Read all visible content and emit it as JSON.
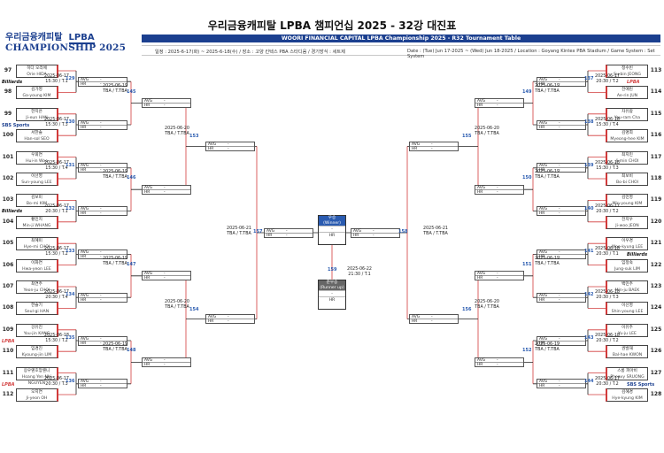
{
  "header": {
    "logo_text": "우리금융캐피탈",
    "logo_mark": "LPBA",
    "champ": "CHAMPIONSHIP 2025",
    "title": "우리금융캐피탈 LPBA 챔피언십 2025 - 32강 대진표",
    "subtitle": "WOORI FINANCIAL CAPITAL LPBA Championship 2025 - R32 Tournament Table",
    "info_kr": "일정 : 2025-6-17(화) ~ 2025-6-18(수) / 장소 : 고양 킨텍스 PBA 스타디움 / 경기방식 : 세트제",
    "info_en": "Date : (Tue) Jun 17-2025 ~ (Wed) Jun 18-2025 / Location : Goyang Kintex PBA Stadium / Game System : Set System"
  },
  "labels": {
    "avg": "AVG",
    "hr": "HR",
    "dash": "-",
    "winner_kr": "우승",
    "winner_en": "(Winner)",
    "runner_kr": "준우승",
    "runner_en": "(Runner up)"
  },
  "left_players": [
    {
      "num": "97",
      "kr": "히다 오리에",
      "en": "Orie HIDA"
    },
    {
      "num": "98",
      "kr": "김가영",
      "en": "Ga-young KIM"
    },
    {
      "num": "99",
      "kr": "한지은",
      "en": "Ji-eun HAN"
    },
    {
      "num": "100",
      "kr": "서한솔",
      "en": "Han-sol SEO"
    },
    {
      "num": "101",
      "kr": "우휘연",
      "en": "Hui-in Woo"
    },
    {
      "num": "102",
      "kr": "이선영",
      "en": "Sun-young LEE"
    },
    {
      "num": "103",
      "kr": "김보미",
      "en": "Bo-mi KIM"
    },
    {
      "num": "104",
      "kr": "황민지",
      "en": "Min-ji WHANG"
    },
    {
      "num": "105",
      "kr": "최혜미",
      "en": "Hye-mi CHOI"
    },
    {
      "num": "106",
      "kr": "이화연",
      "en": "Hwa-yeon LEE"
    },
    {
      "num": "107",
      "kr": "최연주",
      "en": "Yeon-ju CHOI"
    },
    {
      "num": "108",
      "kr": "한슬기",
      "en": "Seul-gi HAN"
    },
    {
      "num": "109",
      "kr": "강유진",
      "en": "You-jin KANG"
    },
    {
      "num": "110",
      "kr": "임경진",
      "en": "Kyoung-jin LIM"
    },
    {
      "num": "111",
      "kr": "응우옌호앙옌니",
      "en": "Hoang Yen Nhi NGUYEN"
    },
    {
      "num": "112",
      "kr": "오지연",
      "en": "Ji-yeon OH"
    }
  ],
  "right_players": [
    {
      "num": "113",
      "kr": "정수빈",
      "en": "Su-bin JEONG"
    },
    {
      "num": "114",
      "kr": "전애린",
      "en": "Ae-rin JUN"
    },
    {
      "num": "115",
      "kr": "차유람",
      "en": "You-ram Cha"
    },
    {
      "num": "116",
      "kr": "김명희",
      "en": "Myeong-hee KIM"
    },
    {
      "num": "117",
      "kr": "최지민",
      "en": "Ji-min CHOI"
    },
    {
      "num": "118",
      "kr": "최보비",
      "en": "Bo-bi CHOI"
    },
    {
      "num": "119",
      "kr": "김민영",
      "en": "Min-young KIM"
    },
    {
      "num": "120",
      "kr": "전지우",
      "en": "Ji-woo JEON"
    },
    {
      "num": "121",
      "kr": "이우경",
      "en": "Woo-kyung LEE"
    },
    {
      "num": "122",
      "kr": "임정숙",
      "en": "Jung-suk LIM"
    },
    {
      "num": "123",
      "kr": "백민주",
      "en": "Min-ju BAEK"
    },
    {
      "num": "124",
      "kr": "이신영",
      "en": "Shin-young LEE"
    },
    {
      "num": "125",
      "kr": "이유주",
      "en": "Yu-ju LEE"
    },
    {
      "num": "126",
      "kr": "권발해",
      "en": "Bal-hae KWON"
    },
    {
      "num": "127",
      "kr": "스롱 피아비",
      "en": "Pheavy SRUONG"
    },
    {
      "num": "128",
      "kr": "김혜경",
      "en": "Hye-kyung KIM"
    }
  ],
  "left_r32": [
    {
      "num": "129",
      "date": "2025-06-17",
      "place": "15:30 / T.1"
    },
    {
      "num": "130",
      "date": "2025-06-17",
      "place": "15:30 / T.3"
    },
    {
      "num": "131",
      "date": "2025-06-17",
      "place": "15:30 / T.4"
    },
    {
      "num": "132",
      "date": "2025-06-17",
      "place": "20:30 / T.1"
    },
    {
      "num": "133",
      "date": "2025-06-17",
      "place": "15:30 / T.2"
    },
    {
      "num": "134",
      "date": "2025-06-17",
      "place": "20:30 / T.4"
    },
    {
      "num": "135",
      "date": "2025-06-18",
      "place": "15:30 / T.2"
    },
    {
      "num": "136",
      "date": "2025-06-17",
      "place": "20:30 / T.3"
    }
  ],
  "right_r32": [
    {
      "num": "137",
      "date": "2025-06-17",
      "place": "20:30 / T.2"
    },
    {
      "num": "138",
      "date": "2025-06-18",
      "place": "15:30 / T.4"
    },
    {
      "num": "139",
      "date": "2025-06-18",
      "place": "15:30 / T.3"
    },
    {
      "num": "140",
      "date": "2025-06-17",
      "place": "20:30 / T.2"
    },
    {
      "num": "141",
      "date": "2025-06-18",
      "place": "20:30 / T.1"
    },
    {
      "num": "142",
      "date": "2025-06-18",
      "place": "20:30 / T.3"
    },
    {
      "num": "143",
      "date": "2025-06-18",
      "place": "20:30 / T.2"
    },
    {
      "num": "144",
      "date": "2025-06-17",
      "place": "20:30 / T.2"
    }
  ],
  "left_r16": [
    {
      "num": "145",
      "date": "2025-06-19",
      "place": "TBA / T.TBA"
    },
    {
      "num": "146",
      "date": "2025-06-19",
      "place": "TBA / T.TBA"
    },
    {
      "num": "147",
      "date": "2025-06-19",
      "place": "TBA / T.TBA"
    },
    {
      "num": "148",
      "date": "2025-06-19",
      "place": "TBA / T.TBA"
    }
  ],
  "right_r16": [
    {
      "num": "149",
      "date": "2025-06-19",
      "place": "TBA / T.TBA"
    },
    {
      "num": "150",
      "date": "2025-06-19",
      "place": "TBA / T.TBA"
    },
    {
      "num": "151",
      "date": "2025-06-19",
      "place": "TBA / T.TBA"
    },
    {
      "num": "152",
      "date": "2025-06-19",
      "place": "TBA / T.TBA"
    }
  ],
  "left_qf": [
    {
      "num": "153",
      "date": "2025-06-20",
      "place": "TBA / T.TBA"
    },
    {
      "num": "154",
      "date": "2025-06-20",
      "place": "TBA / T.TBA"
    }
  ],
  "right_qf": [
    {
      "num": "155",
      "date": "2025-06-20",
      "place": "TBA / T.TBA"
    },
    {
      "num": "156",
      "date": "2025-06-20",
      "place": "TBA / T.TBA"
    }
  ],
  "left_sf": {
    "num": "157",
    "date": "2025-06-21",
    "place": "TBA / T.TBA"
  },
  "right_sf": {
    "num": "158",
    "date": "2025-06-21",
    "place": "TBA / T.TBA"
  },
  "final": {
    "num": "159",
    "date": "2025-06-22",
    "place": "21:30 / T.1"
  },
  "sponsors": {
    "billiards": "Billiards",
    "sbs": "SBS Sports",
    "lpba": "LPBA"
  },
  "colors": {
    "brand": "#1b3f8f",
    "accent": "#d23b3b",
    "winner": "#2a5bb0"
  }
}
